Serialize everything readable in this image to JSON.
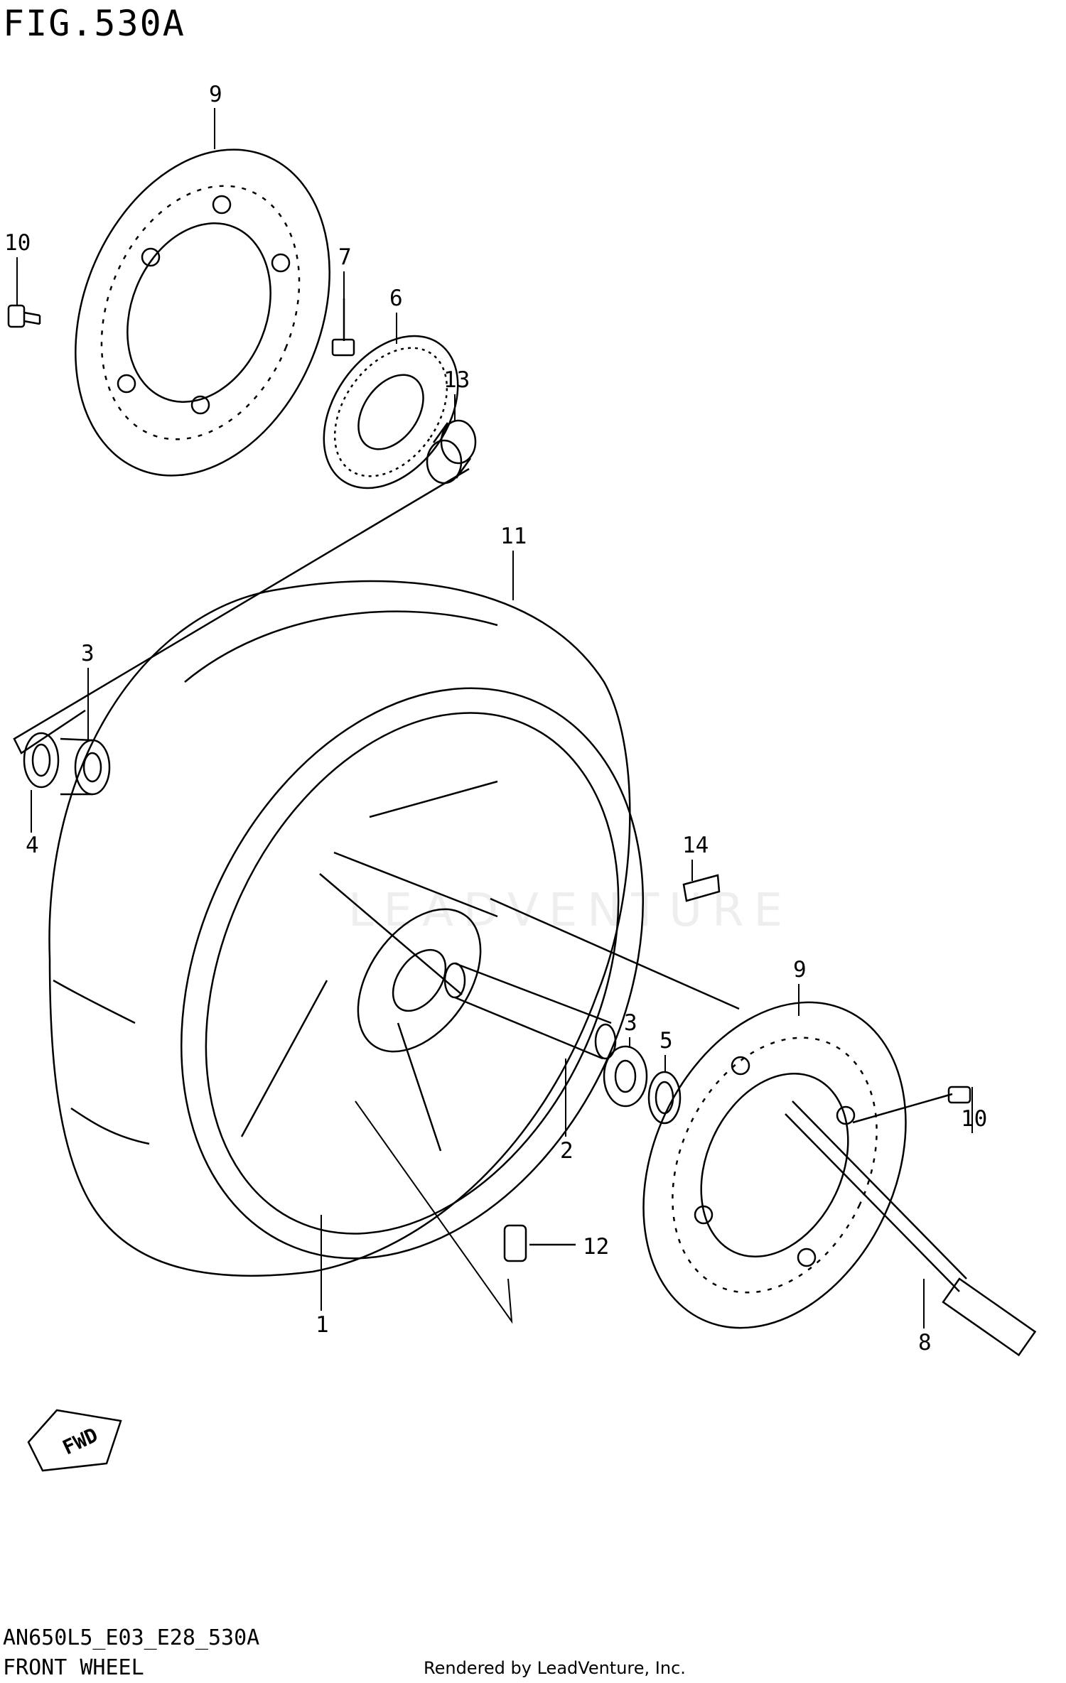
{
  "figure": {
    "title": "FIG.530A",
    "model_code": "AN650L5_E03_E28_530A",
    "name": "FRONT WHEEL",
    "credit": "Rendered by LeadVenture, Inc.",
    "watermark": "LEADVENTURE",
    "fwd_label": "FWD"
  },
  "callouts": [
    {
      "id": "c9a",
      "text": "9"
    },
    {
      "id": "c10a",
      "text": "10"
    },
    {
      "id": "c7",
      "text": "7"
    },
    {
      "id": "c6",
      "text": "6"
    },
    {
      "id": "c13",
      "text": "13"
    },
    {
      "id": "c11",
      "text": "11"
    },
    {
      "id": "c3a",
      "text": "3"
    },
    {
      "id": "c4",
      "text": "4"
    },
    {
      "id": "c14",
      "text": "14"
    },
    {
      "id": "c9b",
      "text": "9"
    },
    {
      "id": "c3b",
      "text": "3"
    },
    {
      "id": "c5",
      "text": "5"
    },
    {
      "id": "c10b",
      "text": "10"
    },
    {
      "id": "c2",
      "text": "2"
    },
    {
      "id": "c12",
      "text": "12"
    },
    {
      "id": "c1",
      "text": "1"
    },
    {
      "id": "c8",
      "text": "8"
    }
  ]
}
